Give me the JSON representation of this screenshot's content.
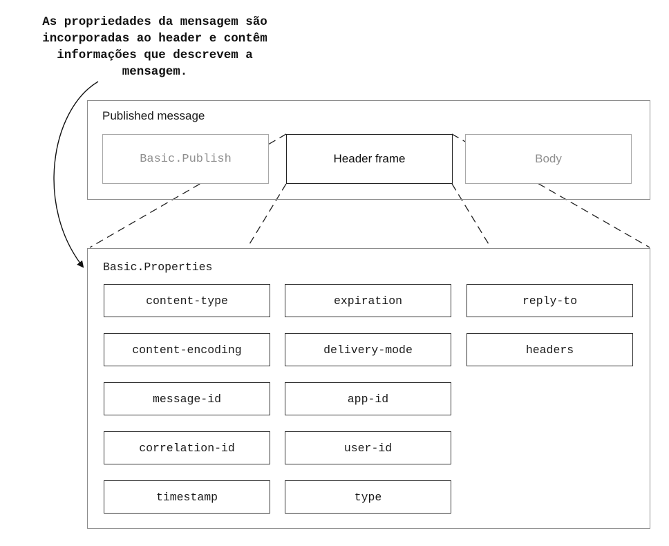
{
  "annotation": {
    "lines": [
      "As propriedades da mensagem são",
      "incorporadas ao header e contêm",
      "informações que descrevem a",
      "mensagem."
    ]
  },
  "published_message": {
    "title": "Published message",
    "frames": {
      "basic_publish": "Basic.Publish",
      "header_frame": "Header frame",
      "body": "Body"
    }
  },
  "basic_properties": {
    "title": "Basic.Properties",
    "columns": [
      [
        "content-type",
        "content-encoding",
        "message-id",
        "correlation-id",
        "timestamp"
      ],
      [
        "expiration",
        "delivery-mode",
        "app-id",
        "user-id",
        "type"
      ],
      [
        "reply-to",
        "headers"
      ]
    ]
  }
}
